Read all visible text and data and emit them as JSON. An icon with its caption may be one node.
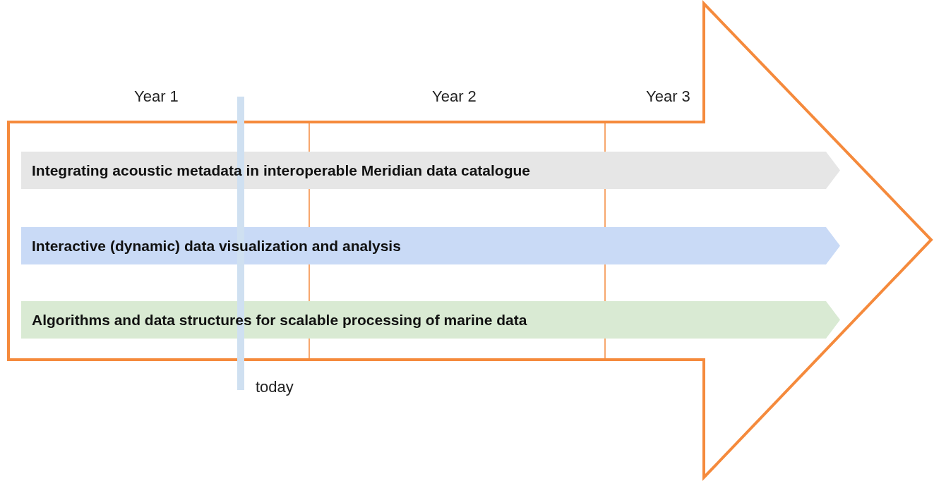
{
  "diagram": {
    "nodes": [
      {
        "text": [],
        "shape": "arrow"
      },
      {
        "text": [
          "Integrating acoustic metadata in interoperable Meridian data catalogue"
        ],
        "in": 0
      },
      {
        "text": [
          "Interactive (dynamic) data visualization and analysis"
        ],
        "in": 0
      },
      {
        "text": [
          "Algorithms and data structures for scalable processing of marine data"
        ],
        "in": 0
      }
    ],
    "edges": [],
    "labels": [
      "Year 1",
      "Year 2",
      "Year 3",
      "today"
    ]
  }
}
